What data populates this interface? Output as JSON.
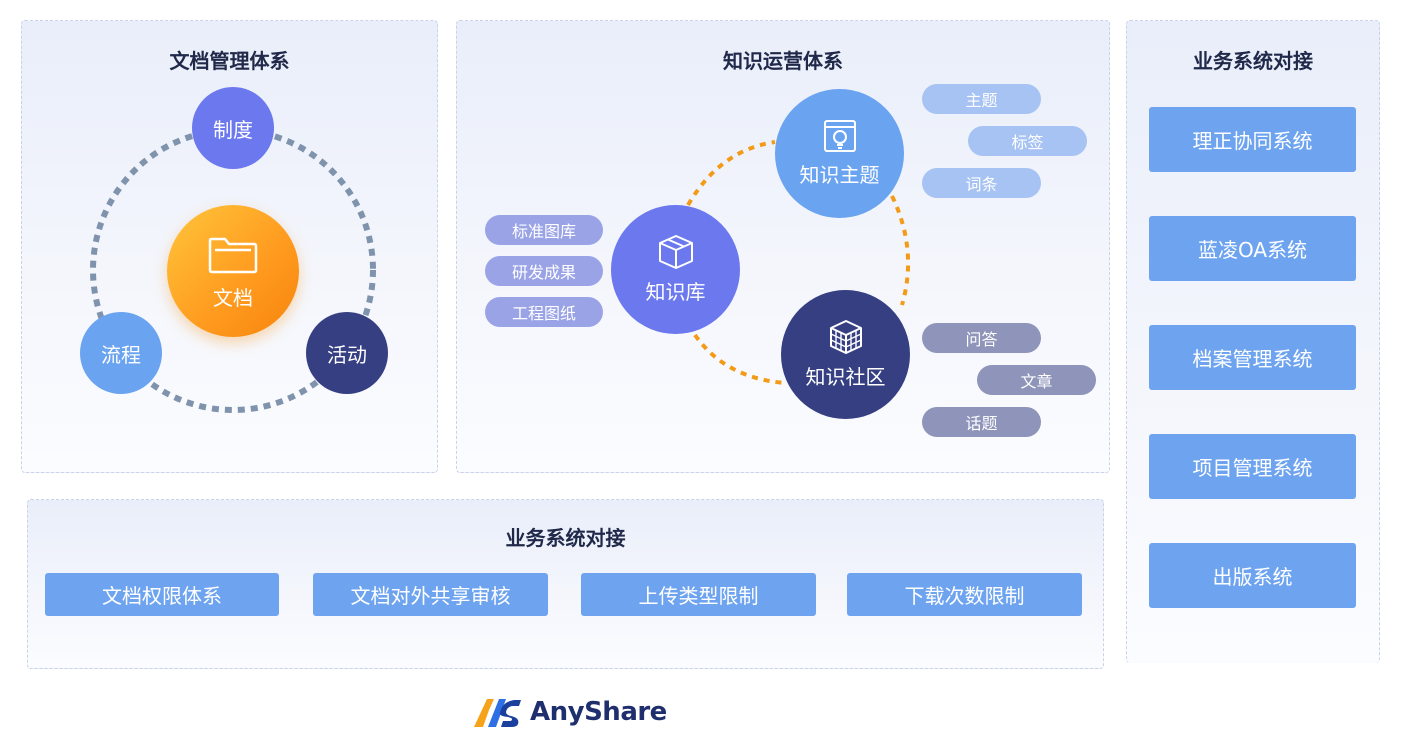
{
  "doc_system": {
    "title": "文档管理体系",
    "center": "文档",
    "nodes": {
      "top": "制度",
      "left": "流程",
      "right": "活动"
    }
  },
  "knowledge_ops": {
    "title": "知识运营体系",
    "library": {
      "label": "知识库",
      "items": [
        "标准图库",
        "研发成果",
        "工程图纸"
      ]
    },
    "topic": {
      "label": "知识主题",
      "items": [
        "主题",
        "标签",
        "词条"
      ]
    },
    "community": {
      "label": "知识社区",
      "items": [
        "问答",
        "文章",
        "话题"
      ]
    }
  },
  "right_panel": {
    "title": "业务系统对接",
    "items": [
      "理正协同系统",
      "蓝凌OA系统",
      "档案管理系统",
      "项目管理系统",
      "出版系统"
    ]
  },
  "bottom_panel": {
    "title": "业务系统对接",
    "items": [
      "文档权限体系",
      "文档对外共享审核",
      "上传类型限制",
      "下载次数限制"
    ]
  },
  "brand": {
    "name": "AnyShare"
  },
  "colors": {
    "orange": "#f7a21b",
    "violet": "#6b78ee",
    "sky": "#6aa3f0",
    "navy": "#353f82",
    "button": "#6ea4ef",
    "dashed_ring": "#8093ad",
    "orange_dash": "#f39a16"
  },
  "icons": [
    "folder-icon",
    "box-icon",
    "lightbulb-icon",
    "cube-grid-icon"
  ]
}
